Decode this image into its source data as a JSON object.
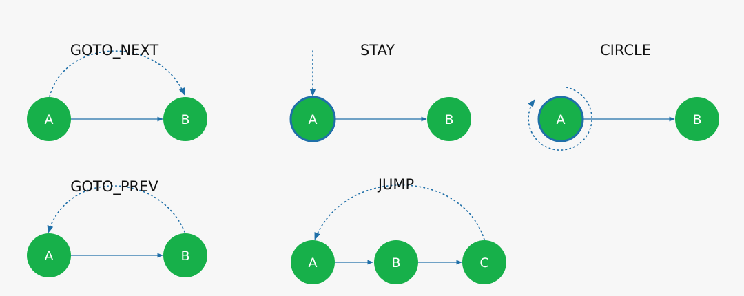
{
  "colors": {
    "background": "#f7f7f7",
    "node_fill": "#17b04a",
    "node_highlight_stroke": "#1f6fa8",
    "arrow": "#1f6fa8",
    "title_text": "#111111"
  },
  "panels": {
    "goto_next": {
      "title": "GOTO_NEXT",
      "nodes": [
        "A",
        "B"
      ]
    },
    "stay": {
      "title": "STAY",
      "nodes": [
        "A",
        "B"
      ]
    },
    "circle": {
      "title": "CIRCLE",
      "nodes": [
        "A",
        "B"
      ]
    },
    "goto_prev": {
      "title": "GOTO_PREV",
      "nodes": [
        "A",
        "B"
      ]
    },
    "jump": {
      "title": "JUMP",
      "nodes": [
        "A",
        "B",
        "C"
      ]
    }
  }
}
